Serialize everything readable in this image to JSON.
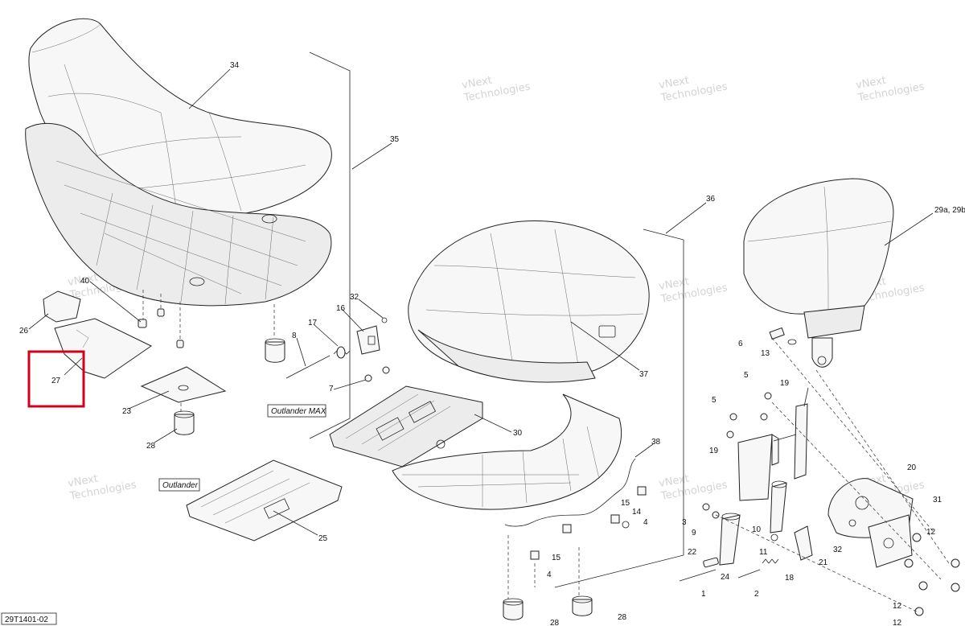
{
  "diagram": {
    "drawing_id": "29T1401-02",
    "variants": {
      "max": "Outlander MAX",
      "std": "Outlander"
    },
    "watermark": {
      "line1": "vNext",
      "line2": "Technologies",
      "small": "vNext Technologies"
    },
    "highlight_color": "#d0021b",
    "callouts": {
      "c34": "34",
      "c35": "35",
      "c36": "36",
      "c37": "37",
      "c29": "29a, 29b",
      "c40": "40",
      "c26": "26",
      "c27": "27",
      "c23": "23",
      "c28a": "28",
      "c28b": "28",
      "c28c": "28",
      "c25": "25",
      "c30": "30",
      "c38": "38",
      "c32a": "32",
      "c16": "16",
      "c17": "17",
      "c8": "8",
      "c7": "7",
      "c15a": "15",
      "c14": "14",
      "c4a": "4",
      "c15b": "15",
      "c4b": "4",
      "c6": "6",
      "c13": "13",
      "c5a": "5",
      "c5b": "5",
      "c19a": "19",
      "c19b": "19",
      "c3": "3",
      "c9": "9",
      "c22": "22",
      "c24": "24",
      "c1": "1",
      "c2": "2",
      "c11": "11",
      "c18": "18",
      "c10": "10",
      "c21": "21",
      "c32b": "32",
      "c20": "20",
      "c31": "31",
      "c12a": "12",
      "c12b": "12",
      "c12c": "12"
    }
  }
}
